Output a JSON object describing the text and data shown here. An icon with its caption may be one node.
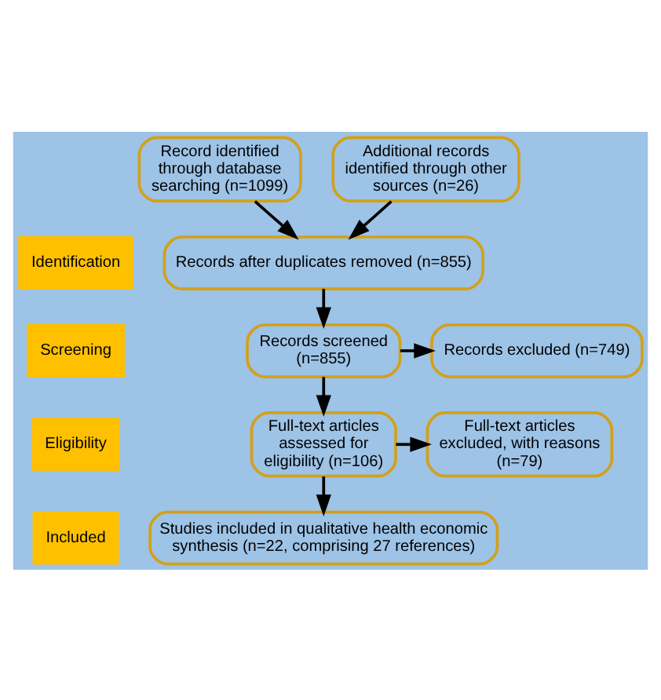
{
  "diagram": {
    "nodes": [
      {
        "text": [
          "Identification"
        ]
      },
      {
        "text": [
          "Screening"
        ]
      },
      {
        "text": [
          "Eligibility"
        ]
      },
      {
        "text": [
          "Included"
        ]
      },
      {
        "text": [
          "Record identified through database searching (n=1099)"
        ]
      },
      {
        "text": [
          "Additional records identified through other sources (n=26)"
        ]
      },
      {
        "text": [
          "Records after duplicates removed (n=855)"
        ]
      },
      {
        "text": [
          "Records screened (n=855)"
        ]
      },
      {
        "text": [
          "Records excluded (n=749)"
        ]
      },
      {
        "text": [
          "Full-text articles assessed for eligibility (n=106)"
        ]
      },
      {
        "text": [
          "Full-text articles excluded, with reasons (n=79)"
        ]
      },
      {
        "text": [
          "Studies included in qualitative health economic synthesis (n=22, comprising 27 references)"
        ]
      }
    ],
    "edges": [
      {
        "from": 4,
        "to": 6,
        "arrow": "to"
      },
      {
        "from": 5,
        "to": 6,
        "arrow": "to"
      },
      {
        "from": 6,
        "to": 7,
        "arrow": "to"
      },
      {
        "from": 7,
        "to": 8,
        "arrow": "to"
      },
      {
        "from": 7,
        "to": 9,
        "arrow": "to"
      },
      {
        "from": 9,
        "to": 10,
        "arrow": "to"
      },
      {
        "from": 9,
        "to": 11,
        "arrow": "to"
      }
    ]
  }
}
